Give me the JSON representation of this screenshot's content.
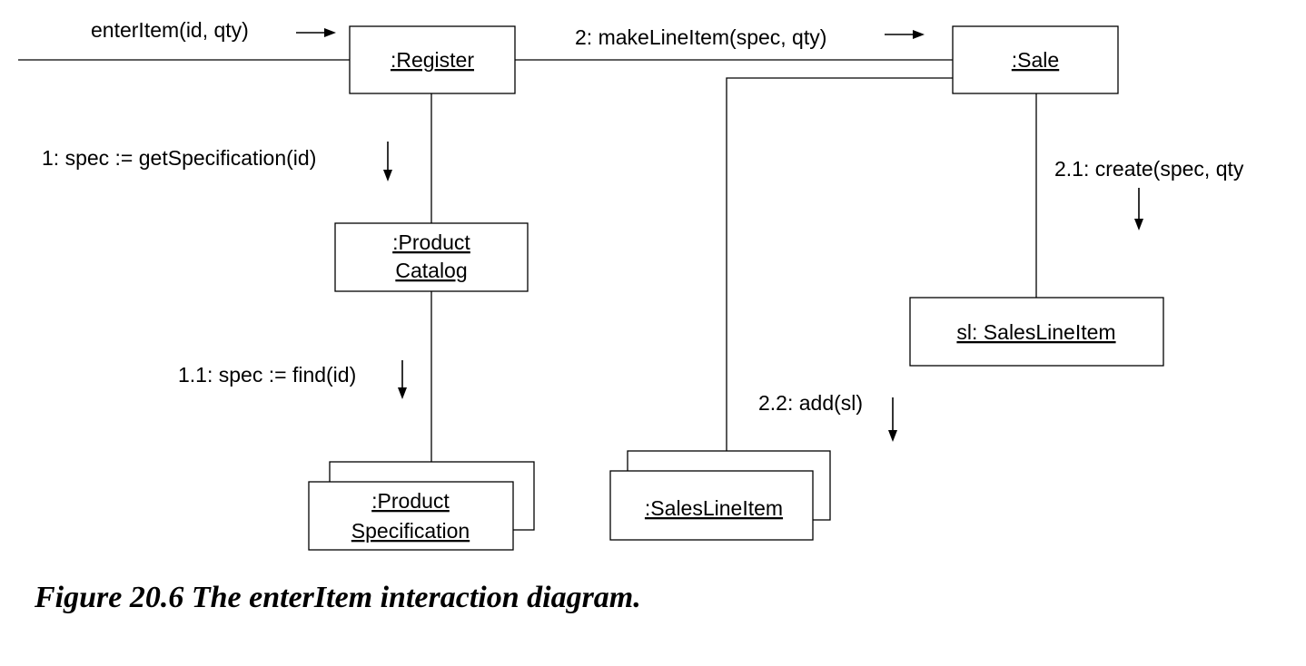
{
  "objects": {
    "register": ":Register",
    "sale": ":Sale",
    "product_catalog": [
      ":Product",
      "Catalog"
    ],
    "sales_line_item_instance": "sl: SalesLineItem",
    "product_specification": [
      ":Product",
      "Specification"
    ],
    "sales_line_item_multi": ":SalesLineItem"
  },
  "messages": {
    "enter_item": "enterItem(id, qty)",
    "make_line_item": "2: makeLineItem(spec, qty)",
    "get_specification": "1: spec := getSpecification(id)",
    "find": "1.1: spec := find(id)",
    "create": "2.1: create(spec, qty",
    "add": "2.2: add(sl)"
  },
  "caption": "Figure 20.6 The enterItem interaction diagram."
}
